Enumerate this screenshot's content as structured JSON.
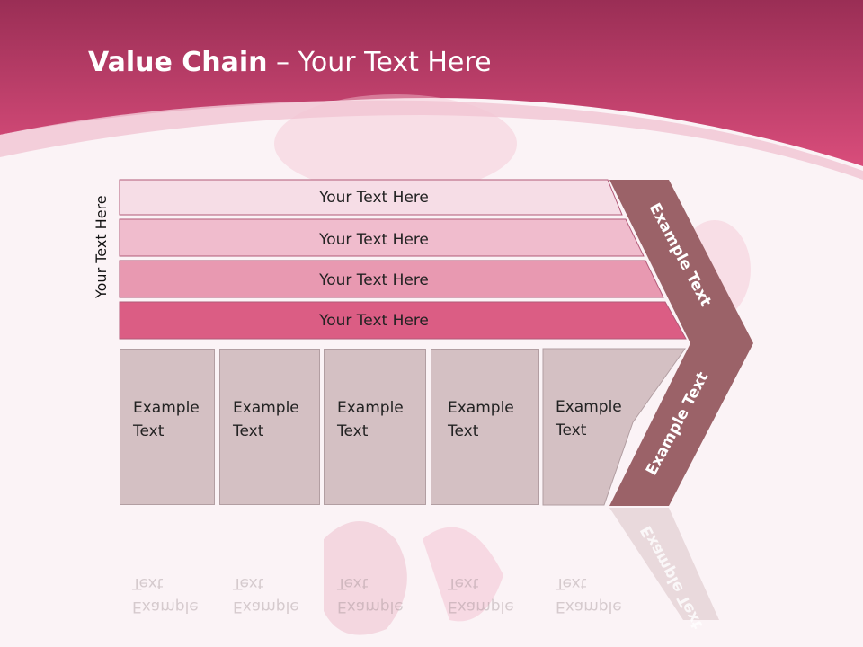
{
  "header": {
    "title_bold": "Value Chain",
    "title_rest": " – Your Text Here"
  },
  "side_label": "Your Text Here",
  "rows": [
    {
      "label": "Your Text Here",
      "color": "#f6dde6"
    },
    {
      "label": "Your Text Here",
      "color": "#f0bccd"
    },
    {
      "label": "Your Text Here",
      "color": "#e899b1"
    },
    {
      "label": "Your Text Here",
      "color": "#db5d84"
    }
  ],
  "cells": [
    {
      "line1": "Example",
      "line2": "Text"
    },
    {
      "line1": "Example",
      "line2": "Text"
    },
    {
      "line1": "Example",
      "line2": "Text"
    },
    {
      "line1": "Example",
      "line2": "Text"
    },
    {
      "line1": "Example",
      "line2": "Text"
    }
  ],
  "chevron": {
    "upper_label": "Example Text",
    "lower_label": "Example Text",
    "color": "#9b6268"
  },
  "colors": {
    "header_top": "#9c2f57",
    "header_bottom": "#d64a78",
    "cell_fill": "#d4c0c3"
  }
}
